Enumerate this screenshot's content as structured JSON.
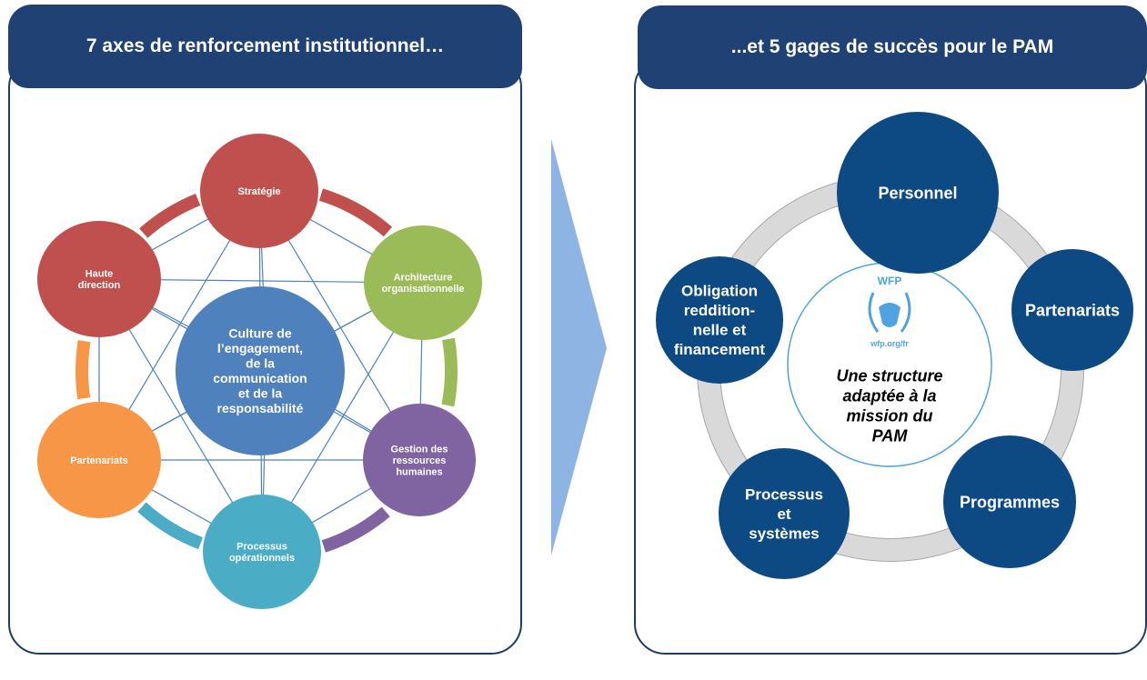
{
  "left_panel": {
    "title": "7 axes de renforcement institutionnel…",
    "center": {
      "lines": [
        "Culture de",
        "l’engagement,",
        "de la",
        "communication",
        "et de la",
        "responsabilité"
      ],
      "color": "#4f81bd"
    },
    "nodes": [
      {
        "id": "strategie",
        "lines": [
          "Stratégie"
        ],
        "color": "#c0504d"
      },
      {
        "id": "architecture",
        "lines": [
          "Architecture",
          "organisationnelle"
        ],
        "color": "#9bbb59"
      },
      {
        "id": "gestion-rh",
        "lines": [
          "Gestion des",
          "ressources",
          "humaines"
        ],
        "color": "#8064a2"
      },
      {
        "id": "processus-operationnels",
        "lines": [
          "Processus",
          "opérationnels"
        ],
        "color": "#4bacc6"
      },
      {
        "id": "partenariats",
        "lines": [
          "Partenariats"
        ],
        "color": "#f79646"
      },
      {
        "id": "haute-direction",
        "lines": [
          "Haute",
          "direction"
        ],
        "color": "#c0504d"
      }
    ],
    "connector_color": "#4f81bd"
  },
  "right_panel": {
    "title": "...et 5 gages de succès pour le PAM",
    "center": {
      "logo_text": "WFP",
      "logo_url": "wfp.org/fr",
      "lines": [
        "Une structure",
        "adaptée à la",
        "mission du",
        "PAM"
      ]
    },
    "nodes": [
      {
        "id": "personnel",
        "lines": [
          "Personnel"
        ]
      },
      {
        "id": "partenariats",
        "lines": [
          "Partenariats"
        ]
      },
      {
        "id": "programmes",
        "lines": [
          "Programmes"
        ]
      },
      {
        "id": "processus-systemes",
        "lines": [
          "Processus",
          "et",
          "systèmes"
        ]
      },
      {
        "id": "obligation",
        "lines": [
          "Obligation",
          "reddition-",
          "nelle et",
          "financement"
        ]
      }
    ],
    "node_color": "#0d4a84",
    "ring_color": "#d9d9d9"
  },
  "arrow_color": "#8eb4e3"
}
